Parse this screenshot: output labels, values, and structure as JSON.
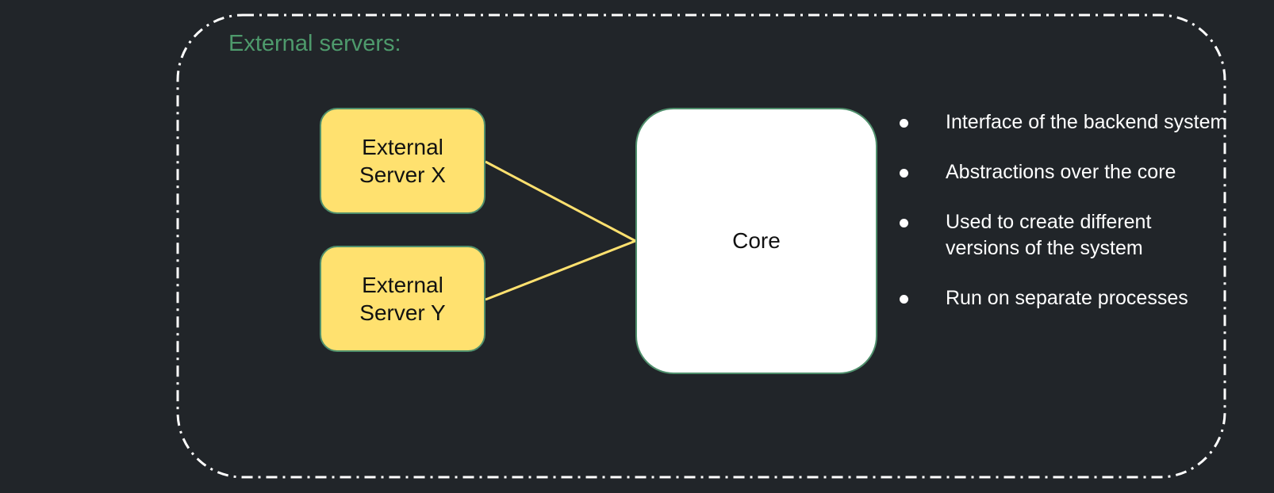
{
  "colors": {
    "background": "#212529",
    "title": "#4e9a6c",
    "server_fill": "#ffe16f",
    "core_fill": "#ffffff",
    "connector": "#ffe16f",
    "frame_border": "#ffffff",
    "text": "#ffffff"
  },
  "frame": {
    "title": "External servers:"
  },
  "servers": [
    {
      "label": "External\nServer X"
    },
    {
      "label": "External\nServer Y"
    }
  ],
  "core": {
    "label": "Core"
  },
  "bullets": [
    "Interface of the backend system",
    "Abstractions over the core",
    "Used to create different versions of the system",
    "Run on separate processes"
  ]
}
